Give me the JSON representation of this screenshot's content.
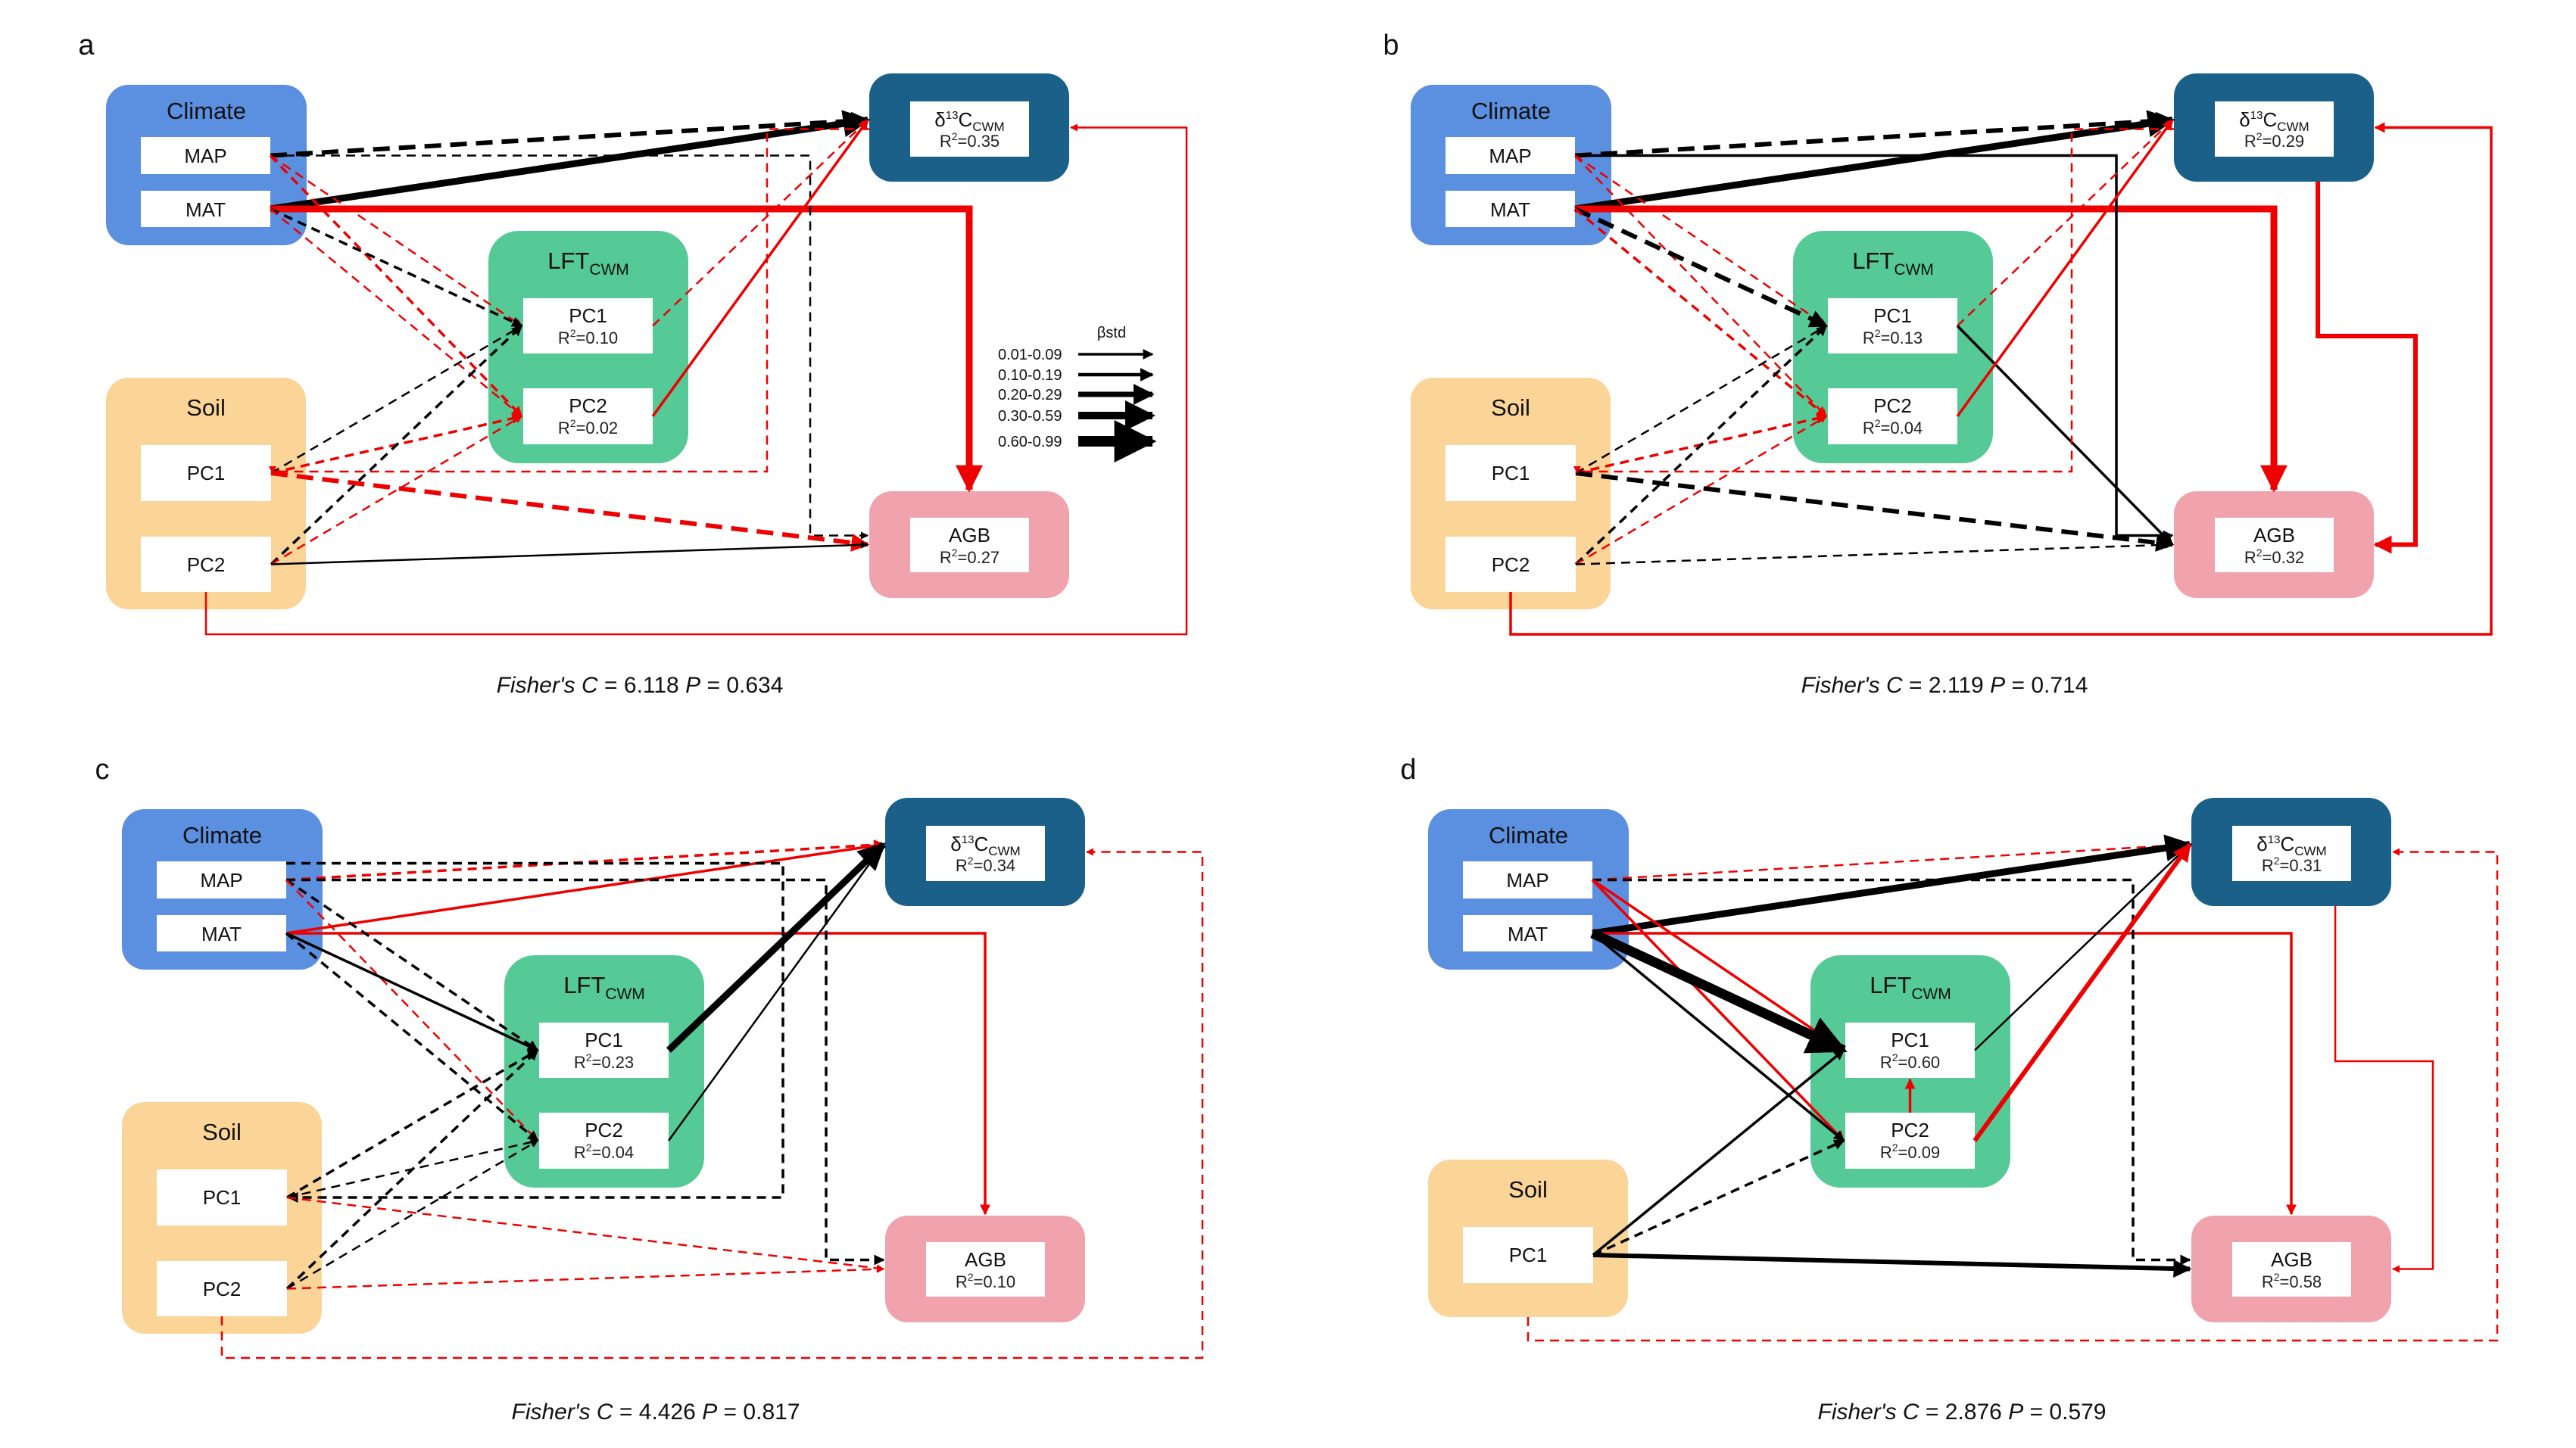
{
  "figure": {
    "colors": {
      "climate": "#5b8fe0",
      "soil": "#fbd498",
      "lft": "#55c996",
      "d13c": "#1a6088",
      "agb": "#f0a2ad",
      "positive": "#000000",
      "negative": "#ee0000",
      "inner_box": "#ffffff"
    },
    "labels": {
      "climate": "Climate",
      "soil": "Soil",
      "lft_main": "LFT",
      "lft_sub": "CWM",
      "d13c_delta": "δ",
      "d13c_sup": "13",
      "d13c_main": "C",
      "d13c_sub": "CWM",
      "agb": "AGB",
      "map": "MAP",
      "mat": "MAT",
      "pc1": "PC1",
      "pc2": "PC2",
      "r2_prefix": "R",
      "r2_sup": "2",
      "fisher_label": "Fisher's C",
      "p_label": "P"
    },
    "legend": {
      "title": "βstd",
      "ranges": [
        "0.01-0.09",
        "0.10-0.19",
        "0.20-0.29",
        "0.30-0.59",
        "0.60-0.99"
      ]
    },
    "panels": [
      {
        "letter": "a",
        "soil_vars": [
          "PC1",
          "PC2"
        ],
        "r2": {
          "lft_pc1": "0.10",
          "lft_pc2": "0.02",
          "d13c": "0.35",
          "agb": "0.27"
        },
        "fisher_c": "6.118",
        "p_value": "0.634",
        "show_legend": true,
        "edges": [
          {
            "from": "MAP",
            "to": "d13C",
            "sign": "+",
            "class": 3,
            "sig": false
          },
          {
            "from": "MAT",
            "to": "d13C",
            "sign": "+",
            "class": 4,
            "sig": true
          },
          {
            "from": "MAT",
            "to": "AGB",
            "sign": "-",
            "class": 4,
            "sig": true
          },
          {
            "from": "MAP",
            "to": "AGB",
            "sign": "+",
            "class": 1,
            "sig": false
          },
          {
            "from": "MAP",
            "to": "LFT.PC2",
            "sign": "-",
            "class": 2,
            "sig": false
          },
          {
            "from": "MAP",
            "to": "LFT.PC1",
            "sign": "-",
            "class": 1,
            "sig": false
          },
          {
            "from": "MAT",
            "to": "LFT.PC1",
            "sign": "+",
            "class": 2,
            "sig": false
          },
          {
            "from": "MAT",
            "to": "LFT.PC2",
            "sign": "-",
            "class": 1,
            "sig": false
          },
          {
            "from": "Soil.PC1",
            "to": "LFT.PC1",
            "sign": "+",
            "class": 1,
            "sig": false
          },
          {
            "from": "Soil.PC1",
            "to": "LFT.PC2",
            "sign": "-",
            "class": 2,
            "sig": false
          },
          {
            "from": "Soil.PC2",
            "to": "LFT.PC1",
            "sign": "+",
            "class": 2,
            "sig": false
          },
          {
            "from": "Soil.PC2",
            "to": "LFT.PC2",
            "sign": "-",
            "class": 1,
            "sig": false
          },
          {
            "from": "Soil.PC1",
            "to": "AGB",
            "sign": "-",
            "class": 3,
            "sig": false
          },
          {
            "from": "Soil.PC2",
            "to": "AGB",
            "sign": "+",
            "class": 1,
            "sig": true
          },
          {
            "from": "Soil.PC2",
            "to": "d13C",
            "sign": "-",
            "class": 1,
            "sig": true
          },
          {
            "from": "LFT.PC1",
            "to": "d13C",
            "sign": "-",
            "class": 1,
            "sig": false
          },
          {
            "from": "LFT.PC2",
            "to": "d13C",
            "sign": "-",
            "class": 2,
            "sig": true
          },
          {
            "from": "d13C",
            "to": "Soil.PC1",
            "sign": "-",
            "class": 1,
            "sig": false
          }
        ]
      },
      {
        "letter": "b",
        "soil_vars": [
          "PC1",
          "PC2"
        ],
        "r2": {
          "lft_pc1": "0.13",
          "lft_pc2": "0.04",
          "d13c": "0.29",
          "agb": "0.32"
        },
        "fisher_c": "2.119",
        "p_value": "0.714",
        "show_legend": false,
        "edges": [
          {
            "from": "MAP",
            "to": "d13C",
            "sign": "+",
            "class": 3,
            "sig": false
          },
          {
            "from": "MAT",
            "to": "d13C",
            "sign": "+",
            "class": 4,
            "sig": true
          },
          {
            "from": "MAT",
            "to": "AGB",
            "sign": "-",
            "class": 4,
            "sig": true
          },
          {
            "from": "MAP",
            "to": "AGB",
            "sign": "+",
            "class": 2,
            "sig": true
          },
          {
            "from": "MAP",
            "to": "LFT.PC2",
            "sign": "-",
            "class": 1,
            "sig": false
          },
          {
            "from": "MAP",
            "to": "LFT.PC1",
            "sign": "-",
            "class": 1,
            "sig": false
          },
          {
            "from": "MAT",
            "to": "LFT.PC1",
            "sign": "+",
            "class": 3,
            "sig": false
          },
          {
            "from": "MAT",
            "to": "LFT.PC2",
            "sign": "-",
            "class": 2,
            "sig": false
          },
          {
            "from": "Soil.PC1",
            "to": "LFT.PC1",
            "sign": "+",
            "class": 1,
            "sig": false
          },
          {
            "from": "Soil.PC1",
            "to": "LFT.PC2",
            "sign": "-",
            "class": 2,
            "sig": false
          },
          {
            "from": "Soil.PC2",
            "to": "LFT.PC1",
            "sign": "+",
            "class": 2,
            "sig": false
          },
          {
            "from": "Soil.PC2",
            "to": "LFT.PC2",
            "sign": "-",
            "class": 1,
            "sig": false
          },
          {
            "from": "Soil.PC1",
            "to": "AGB",
            "sign": "+",
            "class": 3,
            "sig": false
          },
          {
            "from": "Soil.PC2",
            "to": "AGB",
            "sign": "+",
            "class": 1,
            "sig": false
          },
          {
            "from": "Soil.PC2",
            "to": "d13C",
            "sign": "-",
            "class": 2,
            "sig": true
          },
          {
            "from": "LFT.PC1",
            "to": "d13C",
            "sign": "-",
            "class": 1,
            "sig": false
          },
          {
            "from": "LFT.PC1",
            "to": "AGB",
            "sign": "+",
            "class": 2,
            "sig": true
          },
          {
            "from": "LFT.PC2",
            "to": "d13C",
            "sign": "-",
            "class": 2,
            "sig": true
          },
          {
            "from": "d13C",
            "to": "AGB",
            "sign": "-",
            "class": 3,
            "sig": true
          },
          {
            "from": "d13C",
            "to": "Soil.PC1",
            "sign": "-",
            "class": 1,
            "sig": false
          }
        ]
      },
      {
        "letter": "c",
        "soil_vars": [
          "PC1",
          "PC2"
        ],
        "r2": {
          "lft_pc1": "0.23",
          "lft_pc2": "0.04",
          "d13c": "0.34",
          "agb": "0.10"
        },
        "fisher_c": "4.426",
        "p_value": "0.817",
        "show_legend": false,
        "edges": [
          {
            "from": "MAP",
            "to": "d13C",
            "sign": "-",
            "class": 2,
            "sig": false
          },
          {
            "from": "MAT",
            "to": "d13C",
            "sign": "-",
            "class": 2,
            "sig": true
          },
          {
            "from": "MAT",
            "to": "AGB",
            "sign": "-",
            "class": 2,
            "sig": true
          },
          {
            "from": "MAP",
            "to": "AGB",
            "sign": "+",
            "class": 2,
            "sig": false
          },
          {
            "from": "MAP",
            "to": "Soil.PC1",
            "sign": "+",
            "class": 2,
            "sig": false
          },
          {
            "from": "MAP",
            "to": "LFT.PC1",
            "sign": "+",
            "class": 2,
            "sig": false
          },
          {
            "from": "MAP",
            "to": "LFT.PC2",
            "sign": "-",
            "class": 1,
            "sig": false
          },
          {
            "from": "MAT",
            "to": "LFT.PC1",
            "sign": "+",
            "class": 2,
            "sig": true
          },
          {
            "from": "MAT",
            "to": "LFT.PC2",
            "sign": "+",
            "class": 2,
            "sig": false
          },
          {
            "from": "Soil.PC1",
            "to": "LFT.PC1",
            "sign": "+",
            "class": 2,
            "sig": false
          },
          {
            "from": "Soil.PC1",
            "to": "LFT.PC2",
            "sign": "+",
            "class": 1,
            "sig": false
          },
          {
            "from": "Soil.PC2",
            "to": "LFT.PC1",
            "sign": "+",
            "class": 2,
            "sig": false
          },
          {
            "from": "Soil.PC2",
            "to": "LFT.PC2",
            "sign": "+",
            "class": 1,
            "sig": false
          },
          {
            "from": "Soil.PC1",
            "to": "AGB",
            "sign": "-",
            "class": 1,
            "sig": false
          },
          {
            "from": "Soil.PC2",
            "to": "AGB",
            "sign": "-",
            "class": 1,
            "sig": false
          },
          {
            "from": "LFT.PC1",
            "to": "d13C",
            "sign": "+",
            "class": 4,
            "sig": true
          },
          {
            "from": "LFT.PC2",
            "to": "d13C",
            "sign": "+",
            "class": 1,
            "sig": true
          },
          {
            "from": "Soil.PC2",
            "to": "d13C",
            "sign": "-",
            "class": 1,
            "sig": false
          }
        ]
      },
      {
        "letter": "d",
        "soil_vars": [
          "PC1"
        ],
        "r2": {
          "lft_pc1": "0.60",
          "lft_pc2": "0.09",
          "d13c": "0.31",
          "agb": "0.58"
        },
        "fisher_c": "2.876",
        "p_value": "0.579",
        "show_legend": false,
        "edges": [
          {
            "from": "MAP",
            "to": "d13C",
            "sign": "-",
            "class": 1,
            "sig": false
          },
          {
            "from": "MAT",
            "to": "d13C",
            "sign": "+",
            "class": 4,
            "sig": true
          },
          {
            "from": "MAT",
            "to": "AGB",
            "sign": "-",
            "class": 2,
            "sig": true
          },
          {
            "from": "MAP",
            "to": "AGB",
            "sign": "+",
            "class": 2,
            "sig": false
          },
          {
            "from": "MAP",
            "to": "LFT.PC1",
            "sign": "-",
            "class": 2,
            "sig": true
          },
          {
            "from": "MAP",
            "to": "LFT.PC2",
            "sign": "-",
            "class": 2,
            "sig": true
          },
          {
            "from": "MAT",
            "to": "LFT.PC1",
            "sign": "+",
            "class": 5,
            "sig": true
          },
          {
            "from": "MAT",
            "to": "LFT.PC2",
            "sign": "+",
            "class": 2,
            "sig": true
          },
          {
            "from": "Soil.PC1",
            "to": "LFT.PC1",
            "sign": "+",
            "class": 2,
            "sig": true
          },
          {
            "from": "Soil.PC1",
            "to": "LFT.PC2",
            "sign": "+",
            "class": 2,
            "sig": false
          },
          {
            "from": "Soil.PC1",
            "to": "AGB",
            "sign": "+",
            "class": 3,
            "sig": true
          },
          {
            "from": "LFT.PC2",
            "to": "LFT.PC1",
            "sign": "-",
            "class": 2,
            "sig": true
          },
          {
            "from": "LFT.PC1",
            "to": "d13C",
            "sign": "+",
            "class": 1,
            "sig": true
          },
          {
            "from": "LFT.PC2",
            "to": "d13C",
            "sign": "-",
            "class": 3,
            "sig": true
          },
          {
            "from": "d13C",
            "to": "AGB",
            "sign": "-",
            "class": 1,
            "sig": true
          },
          {
            "from": "Soil.PC1",
            "to": "d13C",
            "sign": "-",
            "class": 1,
            "sig": false
          }
        ]
      }
    ]
  }
}
